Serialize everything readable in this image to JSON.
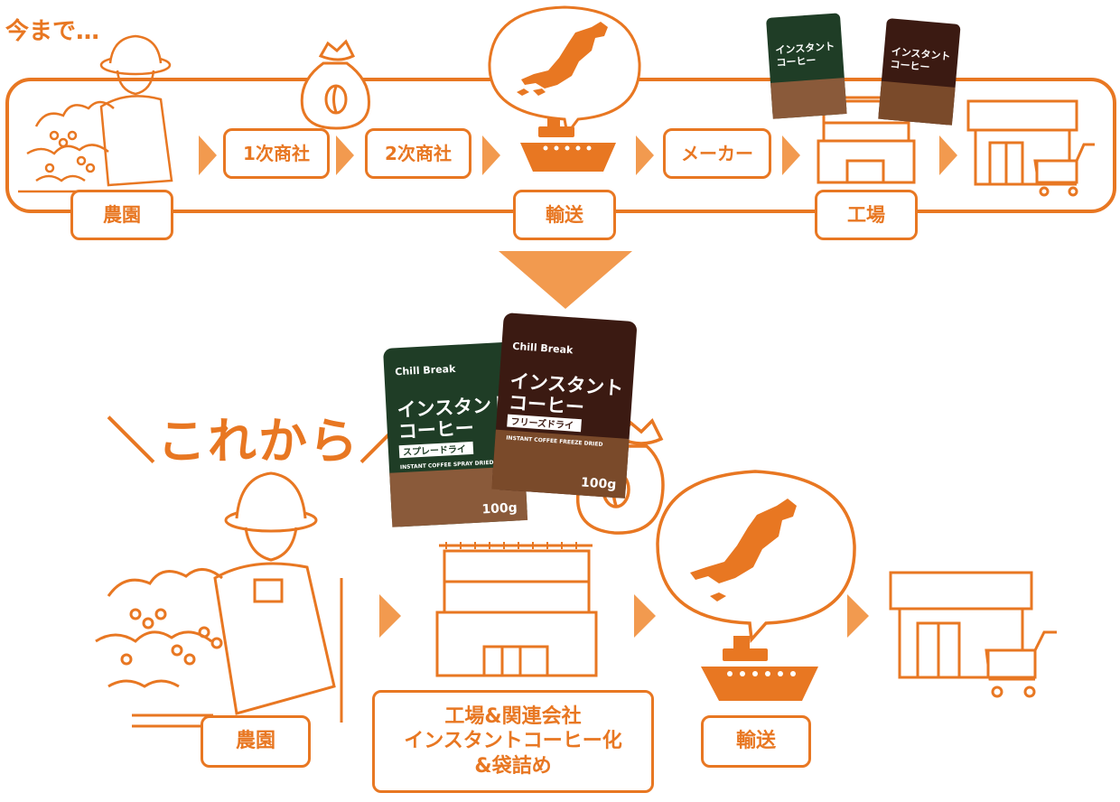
{
  "headings": {
    "before": "今まで…",
    "after": "＼これから／"
  },
  "before_flow": {
    "farm_label": "農園",
    "primary_trader": "1次商社",
    "secondary_trader": "2次商社",
    "transport_label": "輸送",
    "manufacturer": "メーカー",
    "factory_label": "工場"
  },
  "after_flow": {
    "farm_label": "農園",
    "factory_lines": [
      "工場&関連会社",
      "インスタントコーヒー化",
      "&袋詰め"
    ],
    "transport_label": "輸送"
  },
  "products": {
    "brand": "Chill Break",
    "spray": {
      "title_line1": "インスタント",
      "title_line2": "コーヒー",
      "sub": "スプレードライ",
      "english": "INSTANT COFFEE SPRAY DRIED",
      "weight": "100g"
    },
    "freeze": {
      "title_line1": "インスタント",
      "title_line2": "コーヒー",
      "sub": "フリーズドライ",
      "english": "INSTANT COFFEE FREEZE DRIED",
      "weight": "100g"
    }
  },
  "colors": {
    "accent": "#e87722",
    "arrow": "#f29a4f",
    "pkg_green": "#1f3d26",
    "pkg_brown": "#3b1a12",
    "coffee": "#8a5a3a"
  }
}
